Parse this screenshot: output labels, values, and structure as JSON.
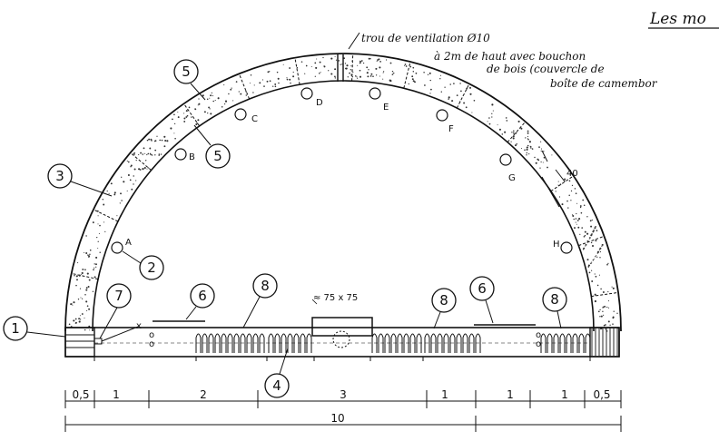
{
  "title": "Les mo",
  "annotation": {
    "line1": "trou de ventilation Ø10",
    "line2": "à 2m de haut avec bouchon",
    "line3": "de bois (couvercle de",
    "line4": "boîte de camembor"
  },
  "thickness_label": "40",
  "box_label": "≈ 75 x 75",
  "numbered_callouts": [
    "1",
    "2",
    "3",
    "4",
    "5",
    "5",
    "6",
    "6",
    "7",
    "8",
    "8",
    "8"
  ],
  "position_letters": [
    "A",
    "B",
    "C",
    "D",
    "E",
    "F",
    "G",
    "H"
  ],
  "dimensions": {
    "segments": [
      "0,5",
      "1",
      "2",
      "3",
      "1",
      "1",
      "1",
      "0,5"
    ],
    "total": "10"
  }
}
